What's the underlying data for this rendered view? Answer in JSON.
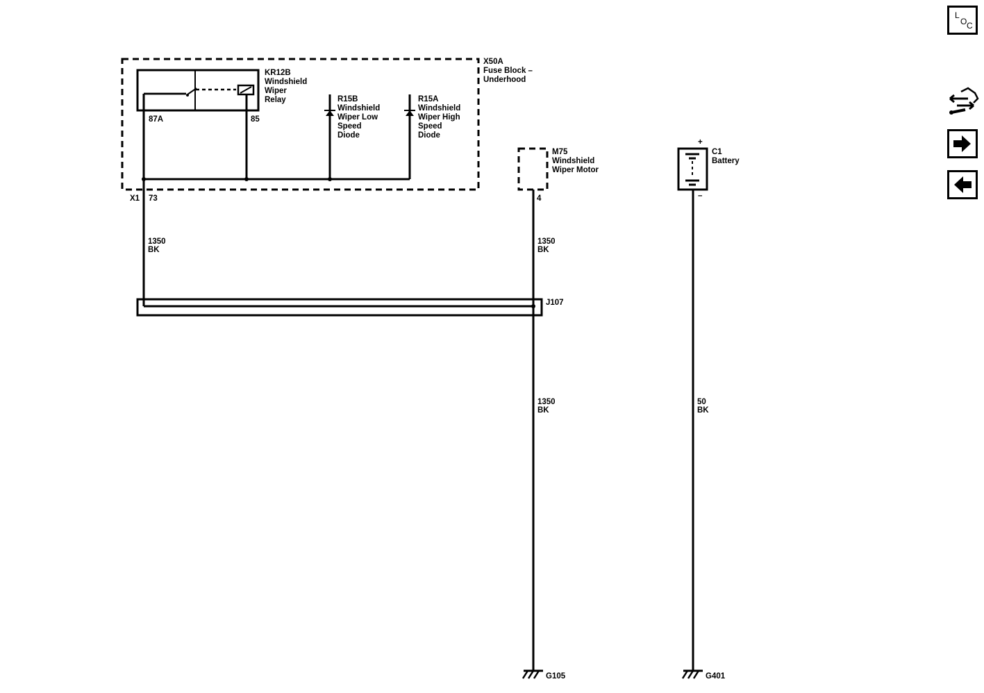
{
  "fuse_block": {
    "ref": "X50A",
    "name_line1": "Fuse Block –",
    "name_line2": "Underhood"
  },
  "relay": {
    "ref": "KR12B",
    "line1": "Windshield",
    "line2": "Wiper",
    "line3": "Relay",
    "pin_a": "87A",
    "pin_b": "85"
  },
  "diode_low": {
    "ref": "R15B",
    "line1": "Windshield",
    "line2": "Wiper Low",
    "line3": "Speed",
    "line4": "Diode"
  },
  "diode_high": {
    "ref": "R15A",
    "line1": "Windshield",
    "line2": "Wiper High",
    "line3": "Speed",
    "line4": "Diode"
  },
  "connector": {
    "ref": "X1",
    "pin": "73"
  },
  "motor": {
    "ref": "M75",
    "line1": "Windshield",
    "line2": "Wiper Motor",
    "pin": "4"
  },
  "battery": {
    "ref": "C1",
    "name": "Battery",
    "pos": "+",
    "neg": "–"
  },
  "wires": {
    "w1": {
      "circuit": "1350",
      "color": "BK"
    },
    "w2": {
      "circuit": "1350",
      "color": "BK"
    },
    "w3": {
      "circuit": "1350",
      "color": "BK"
    },
    "w4": {
      "circuit": "50",
      "color": "BK"
    }
  },
  "splice": {
    "ref": "J107"
  },
  "grounds": {
    "g1": "G105",
    "g2": "G401"
  },
  "nav": {
    "loc_l": "L",
    "loc_o": "O",
    "loc_c": "C",
    "icons": [
      "location-icon",
      "connector-tool-icon",
      "forward-arrow-icon",
      "back-arrow-icon"
    ]
  }
}
